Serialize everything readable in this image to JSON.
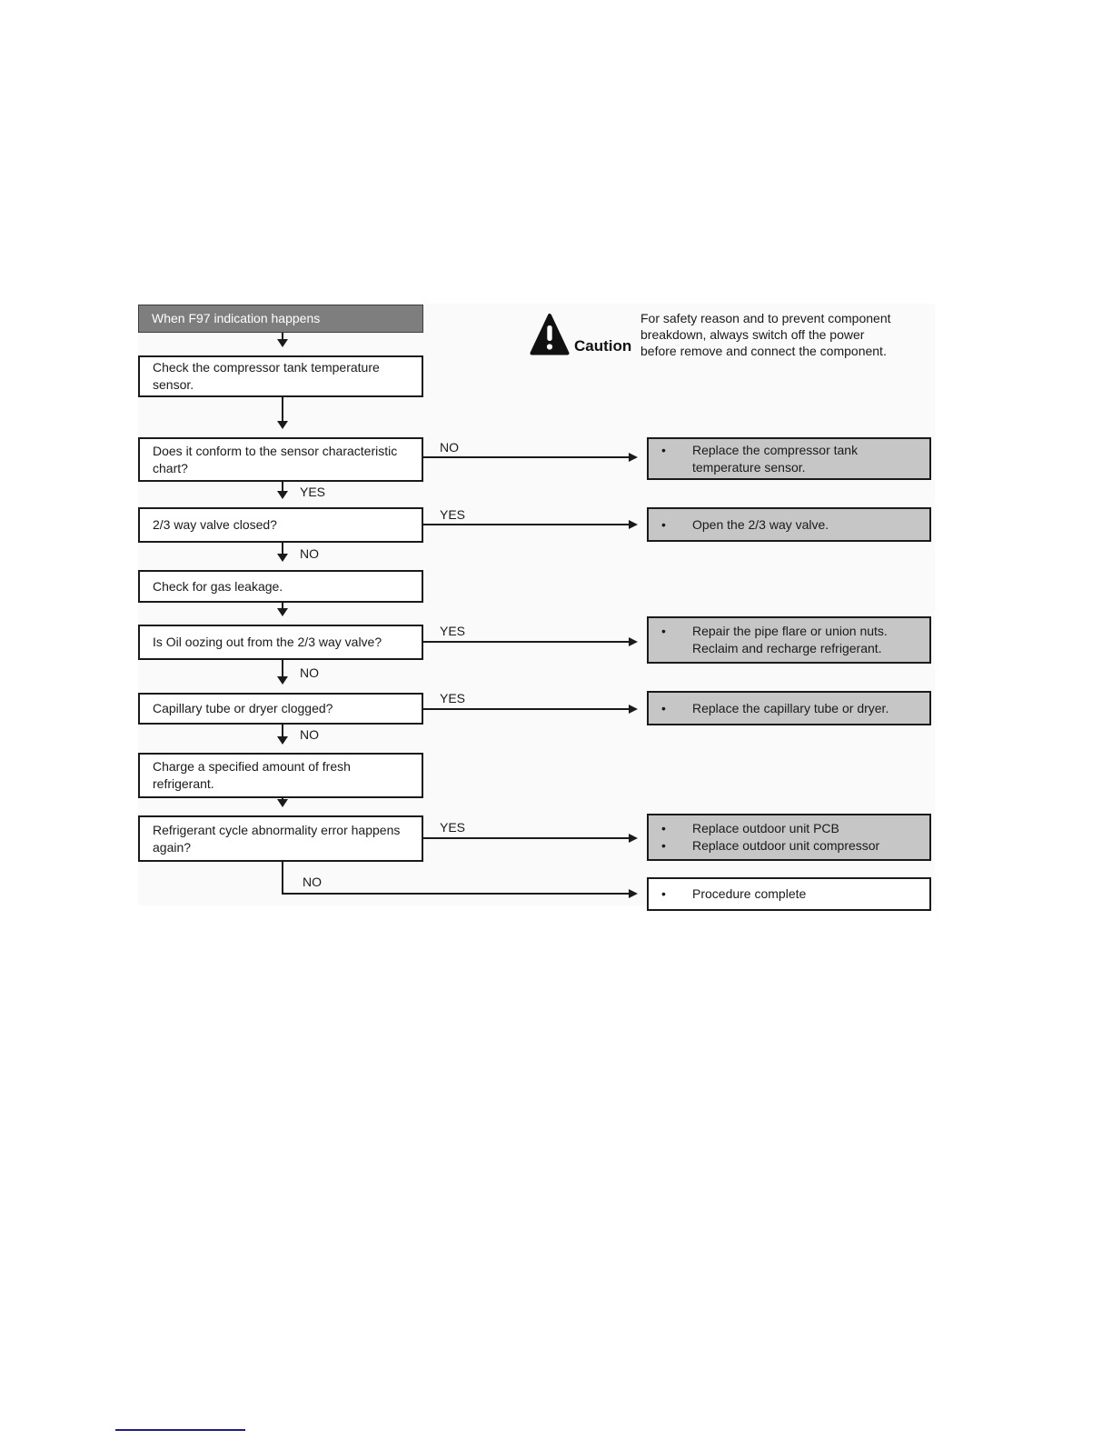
{
  "flowchart": {
    "start": "When F97 indication happens",
    "nodes": {
      "check_sensor": "Check the compressor tank temperature sensor.",
      "conform_chart": "Does it conform to the sensor characteristic chart?",
      "valve_closed": "2/3 way valve closed?",
      "gas_leakage": "Check for gas leakage.",
      "oil_oozing": "Is Oil oozing out from the 2/3 way valve?",
      "capillary_clogged": "Capillary tube or dryer clogged?",
      "charge_refrigerant": "Charge a specified amount of fresh refrigerant.",
      "error_again": "Refrigerant cycle abnormality error happens again?"
    },
    "actions": {
      "replace_sensor": "Replace the compressor tank temperature sensor.",
      "open_valve": "Open the 2/3 way valve.",
      "repair_pipe": "Repair the pipe flare or union nuts. Reclaim and recharge refrigerant.",
      "replace_capillary": "Replace the capillary tube or dryer.",
      "replace_pcb": "Replace outdoor unit PCB",
      "replace_compressor": "Replace outdoor unit compressor",
      "procedure_complete": "Procedure complete"
    },
    "labels": {
      "yes": "YES",
      "no": "NO"
    },
    "bullet": "•"
  },
  "caution": {
    "title": "Caution",
    "lines": [
      "For safety reason and to prevent component",
      "breakdown, always switch off the power",
      "before remove and connect the component."
    ]
  },
  "colors": {
    "header_bg": "#7e7e7e",
    "action_bg": "#c6c6c6",
    "ink": "#1a1a1a",
    "footer_line": "#1b1b9e"
  }
}
